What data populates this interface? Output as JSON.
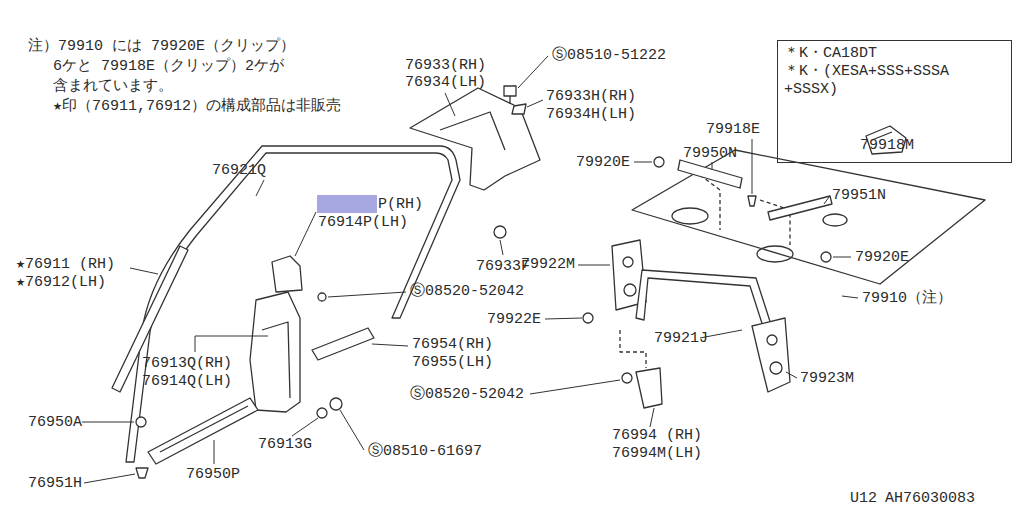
{
  "diagram": {
    "nodes": [
      {
        "text": [
          "＊K・CA18DT",
          "＊K・(XESA+SSS+SSSA +SSSX)",
          "79918M"
        ]
      }
    ],
    "labels": [
      "注）79910 には 79920E（クリップ）",
      "6ケと 79918E（クリップ）2ケが",
      "含まれています。",
      "★印（76911,76912）の構成部品は非販売",
      "76933(RH)",
      "76934(LH)",
      "Ⓢ08510-51222",
      "76933H(RH)",
      "76934H(LH)",
      "76921Q",
      "P(RH)",
      "76914P(LH)",
      "76933F",
      "★76911 (RH)",
      "★76912(LH)",
      "Ⓢ08520-52042",
      "76954(RH)",
      "76955(LH)",
      "76913Q(RH)",
      "76914Q(LH)",
      "76950A",
      "76913G",
      "Ⓢ08510-61697",
      "76951H",
      "76950P",
      "79918E",
      "79950N",
      "79920E",
      "79951N",
      "79920E",
      "79910（注）",
      "79922M",
      "79922E",
      "79921J",
      "Ⓢ08520-52042",
      "79923M",
      "76994 (RH)",
      "76994M(LH)",
      "U12",
      "AH76030083"
    ]
  }
}
